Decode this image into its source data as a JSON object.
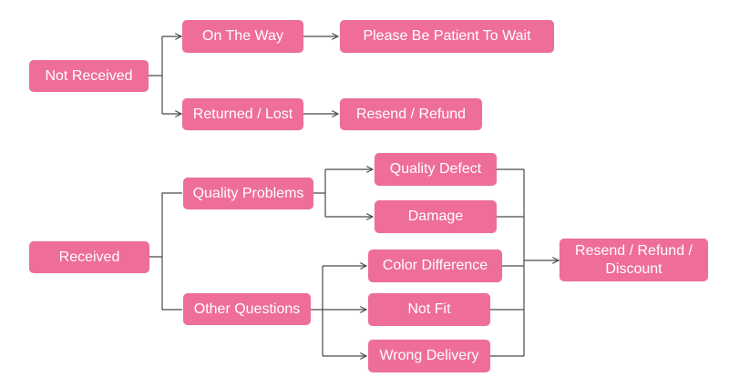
{
  "colors": {
    "node_fill": "#ee6e98",
    "node_text": "#ffffff",
    "connector": "#4a4a4a"
  },
  "nodes": {
    "not_received": "Not Received",
    "on_the_way": "On The Way",
    "please_wait": "Please Be Patient To Wait",
    "returned_lost": "Returned / Lost",
    "resend_refund": "Resend / Refund",
    "received": "Received",
    "quality_problems": "Quality Problems",
    "quality_defect": "Quality Defect",
    "damage": "Damage",
    "other_questions": "Other Questions",
    "color_difference": "Color Difference",
    "not_fit": "Not Fit",
    "wrong_delivery": "Wrong Delivery",
    "resend_refund_discount": "Resend / Refund / Discount"
  }
}
